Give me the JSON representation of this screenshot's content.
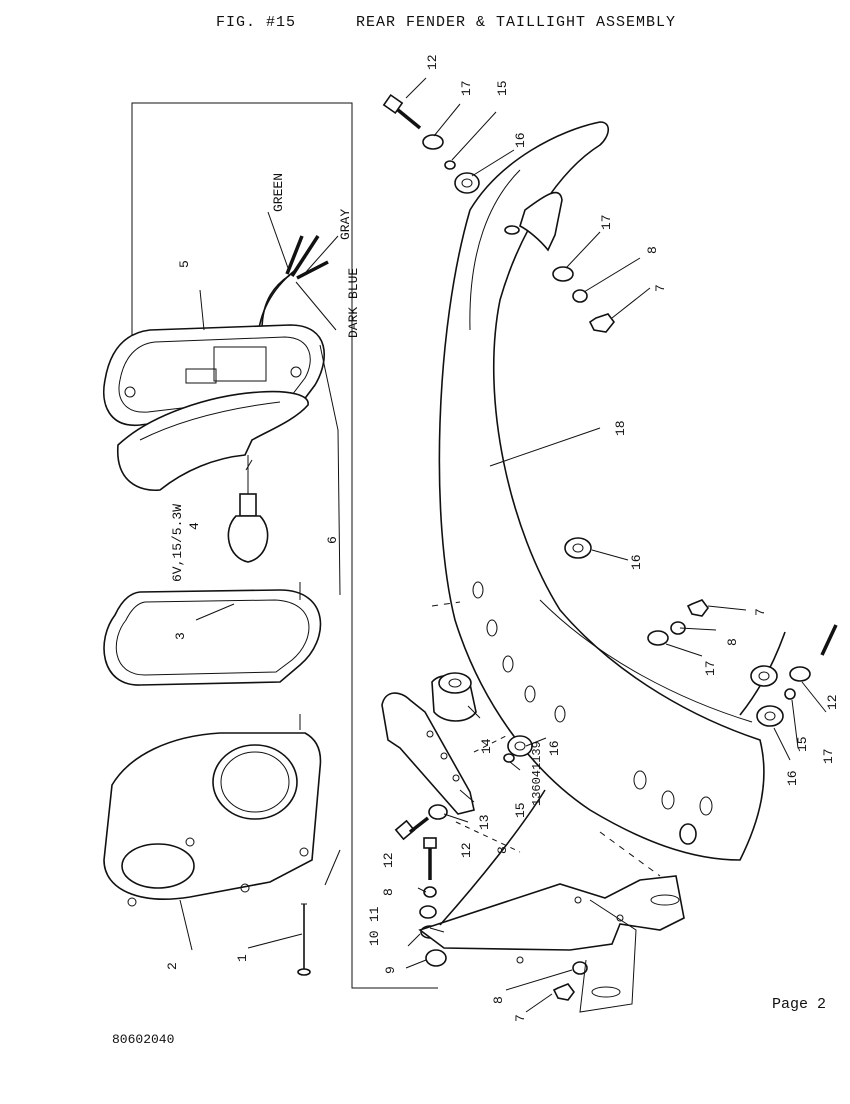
{
  "header": {
    "figure": "FIG. #15",
    "title": "REAR FENDER & TAILLIGHT ASSEMBLY"
  },
  "footer": {
    "page": "Page 2",
    "doc_number": "80602040"
  },
  "wires": {
    "green": "GREEN",
    "dark_blue": "DARK BLUE",
    "gray": "GRAY"
  },
  "bulb_spec": "6V,15/5.3W",
  "handwritten_note": "136041139",
  "callouts": {
    "c1": "1",
    "c2": "2",
    "c3": "3",
    "c4": "4",
    "c5": "5",
    "c6": "6",
    "c7a": "7",
    "c7b": "7",
    "c7c": "7",
    "c8a": "8",
    "c8b": "8",
    "c8c": "8",
    "c8d": "8",
    "c8e": "8",
    "c9": "9",
    "c10": "10",
    "c11": "11",
    "c12a": "12",
    "c12b": "12",
    "c12c": "12",
    "c12d": "12",
    "c13": "13",
    "c14": "14",
    "c15a": "15",
    "c15b": "15",
    "c15c": "15",
    "c16a": "16",
    "c16b": "16",
    "c16c": "16",
    "c16d": "16",
    "c17a": "17",
    "c17b": "17",
    "c17c": "17",
    "c17d": "17",
    "c18": "18"
  }
}
